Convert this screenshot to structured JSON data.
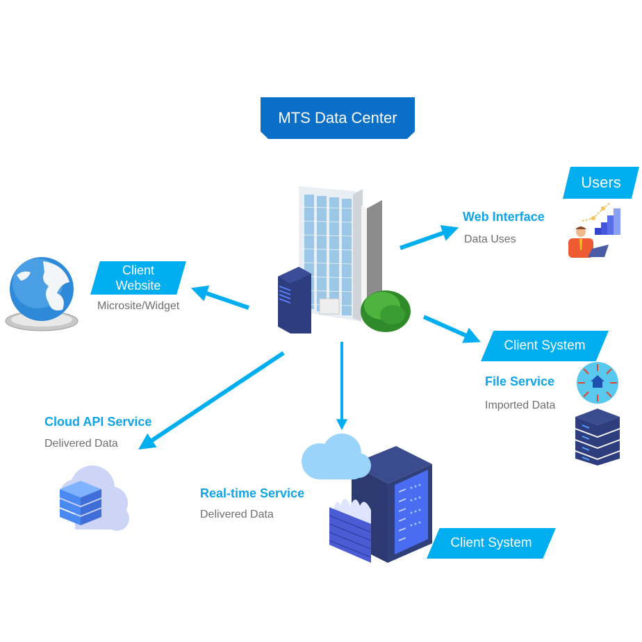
{
  "title": "MTS Data Center",
  "colors": {
    "title_bg": "#0b6fc7",
    "banner_bg": "#00aeef",
    "service_title": "#0ea4e6",
    "service_sub": "#6e6e6e",
    "arrow": "#00aeef",
    "server_dark": "#2f3f7a",
    "server_light": "#4a6cf0"
  },
  "nodes": {
    "users": {
      "banner": "Users",
      "service_title": "Web Interface",
      "service_sub": "Data Uses",
      "icon": "user-analytics-icon"
    },
    "client_website": {
      "banner_line1": "Client",
      "banner_line2": "Website",
      "service_sub": "Microsite/Widget",
      "icon": "globe-icon"
    },
    "client_system_file": {
      "banner": "Client System",
      "service_title": "File Service",
      "service_sub": "Imported Data",
      "icon": "server-stack-icon"
    },
    "cloud_api": {
      "service_title": "Cloud API Service",
      "service_sub": "Delivered Data",
      "icon": "cloud-server-icon"
    },
    "realtime": {
      "service_title": "Real-time Service",
      "service_sub": "Delivered Data",
      "banner": "Client System",
      "icon": "firewall-server-icon"
    }
  }
}
